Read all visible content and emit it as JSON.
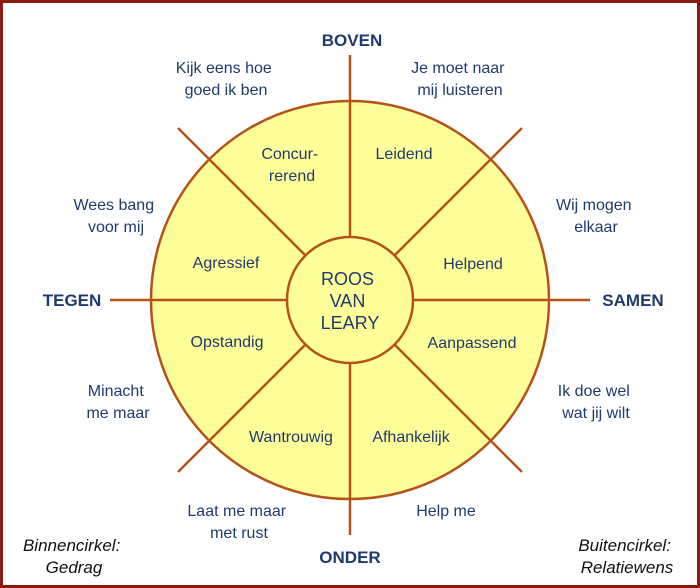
{
  "colors": {
    "frame": "#8b1a10",
    "circle_fill": "#ffff99",
    "lines": "#b5521a",
    "text": "#1f3a6e",
    "corner_text": "#111111"
  },
  "center": [
    "ROOS",
    "VAN",
    "LEARY"
  ],
  "directions": {
    "top": "BOVEN",
    "bottom": "ONDER",
    "left": "TEGEN",
    "right": "SAMEN"
  },
  "segments": {
    "top_left": [
      "Concur-",
      "rerend"
    ],
    "top_right": [
      "Leidend"
    ],
    "right_top": [
      "Helpend"
    ],
    "right_bottom": [
      "Aanpassend"
    ],
    "bottom_right": [
      "Afhankelijk"
    ],
    "bottom_left": [
      "Wantrouwig"
    ],
    "left_bottom": [
      "Opstandig"
    ],
    "left_top": [
      "Agressief"
    ]
  },
  "outer": {
    "top_left": [
      "Kijk eens hoe",
      "goed ik ben"
    ],
    "top_right": [
      "Je moet naar",
      "mij luisteren"
    ],
    "right_top": [
      "Wij mogen",
      "elkaar"
    ],
    "right_bottom": [
      "Ik doe wel",
      "wat jij wilt"
    ],
    "bottom_right": [
      "Help me"
    ],
    "bottom_left": [
      "Laat me maar",
      "met rust"
    ],
    "left_bottom": [
      "Minacht",
      "me maar"
    ],
    "left_top": [
      "Wees bang",
      "voor mij"
    ]
  },
  "corners": {
    "left": [
      "Binnencirkel:",
      "Gedrag"
    ],
    "right": [
      "Buitencirkel:",
      "Relatiewens"
    ]
  }
}
